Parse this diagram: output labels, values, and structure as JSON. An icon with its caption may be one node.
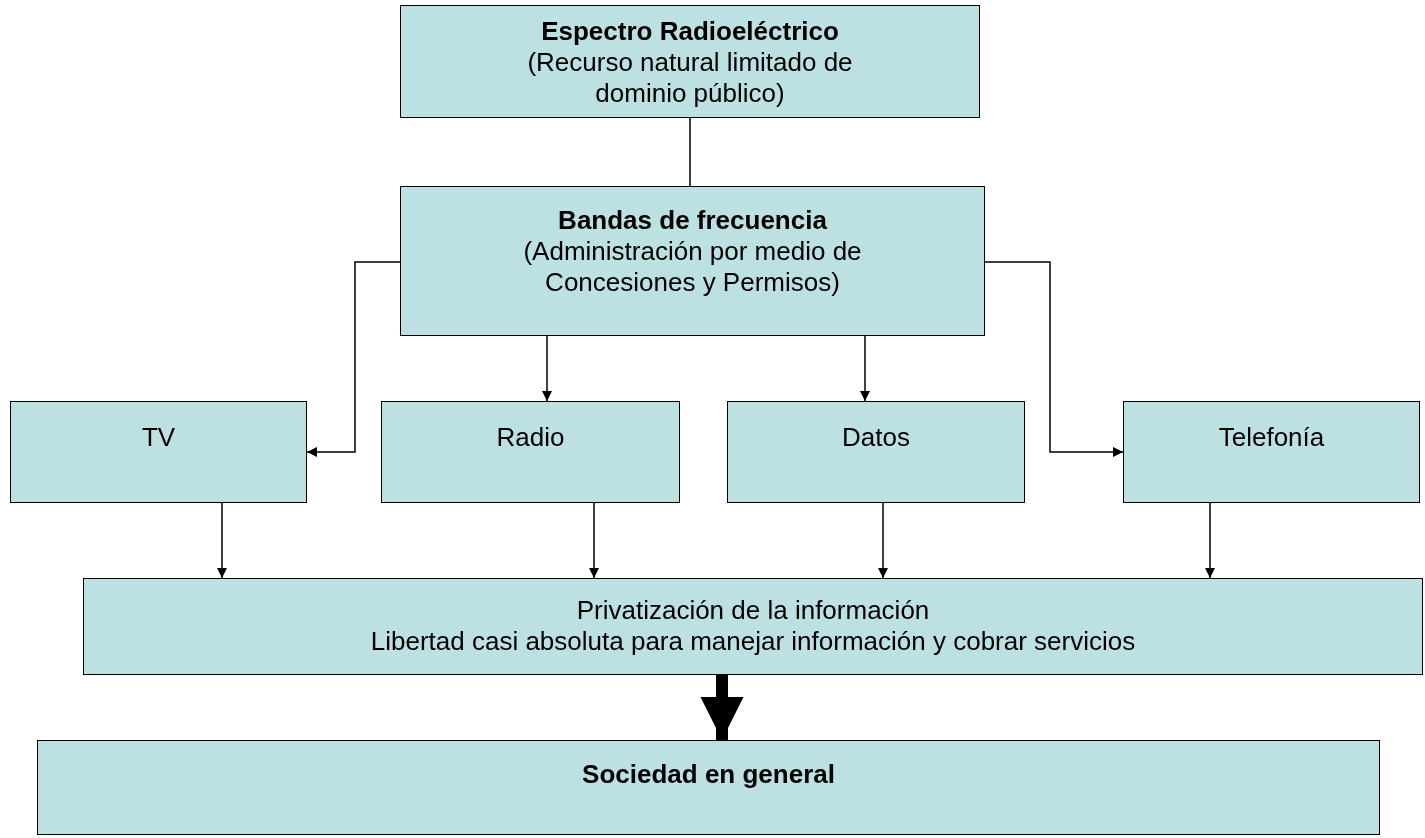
{
  "diagram": {
    "nodes": [
      {
        "text": [
          "Espectro Radioeléctrico",
          "(Recurso natural limitado de dominio público)"
        ]
      },
      {
        "text": [
          "Bandas de frecuencia",
          "(Administración por medio de Concesiones y Permisos)"
        ]
      },
      {
        "text": [
          "TV"
        ]
      },
      {
        "text": [
          "Radio"
        ]
      },
      {
        "text": [
          "Datos"
        ]
      },
      {
        "text": [
          "Telefonía"
        ]
      },
      {
        "text": [
          "Privatización de la información",
          "Libertad casi absoluta para manejar información y cobrar servicios"
        ]
      },
      {
        "text": [
          "Sociedad en general"
        ]
      }
    ],
    "edges": [
      {
        "from": 0,
        "to": 1,
        "arrow": "none"
      },
      {
        "from": 1,
        "to": 2,
        "arrow": "to"
      },
      {
        "from": 1,
        "to": 3,
        "arrow": "to"
      },
      {
        "from": 1,
        "to": 4,
        "arrow": "to"
      },
      {
        "from": 1,
        "to": 5,
        "arrow": "to"
      },
      {
        "from": 2,
        "to": 6,
        "arrow": "to"
      },
      {
        "from": 3,
        "to": 6,
        "arrow": "to"
      },
      {
        "from": 4,
        "to": 6,
        "arrow": "to"
      },
      {
        "from": 5,
        "to": 6,
        "arrow": "to"
      },
      {
        "from": 6,
        "to": 7,
        "arrow": "to",
        "style": "thick"
      }
    ]
  }
}
